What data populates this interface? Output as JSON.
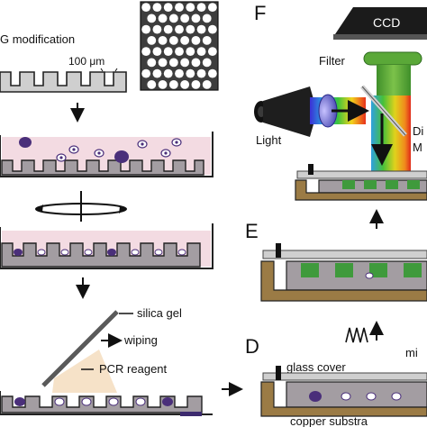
{
  "labels": {
    "modification": "G modification",
    "pitch": "100 μm",
    "silica_gel": "silica gel",
    "wiping": "wiping",
    "pcr_reagent": "PCR reagent",
    "panel_f": "F",
    "panel_e": "E",
    "panel_d": "D",
    "ccd": "CCD",
    "filter": "Filter",
    "light": "Light",
    "dichroic_partial_1": "Di",
    "dichroic_partial_2": "M",
    "glass_cover": "glass cover",
    "copper_substrate": "copper substra",
    "mineral_partial": "mi"
  },
  "colors": {
    "reagent_pink": "#f3dbe2",
    "chip_gray": "#a39da2",
    "bead_purple": "#4a2f7a",
    "well_green": "#3f9a3c",
    "substrate_brown": "#9b7b45",
    "ccd_black": "#1b1b1b",
    "green_beam": "#6fb43a"
  },
  "icons": [
    "ccd-camera-icon",
    "light-source-icon",
    "rotation-arrow-icon",
    "thermal-cycle-icon"
  ]
}
